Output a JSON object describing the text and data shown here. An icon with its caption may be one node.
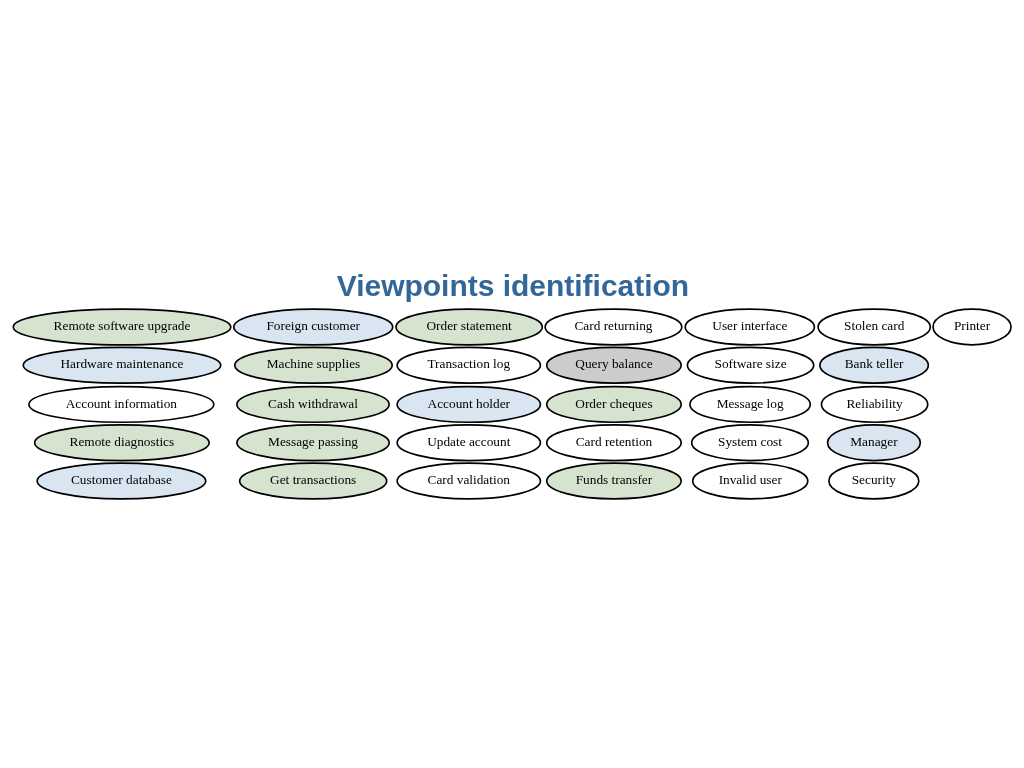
{
  "diagram": {
    "title": "Viewpoints identification",
    "nodes": [
      {
        "text": [
          "Query balance"
        ]
      },
      {
        "text": [
          "Get transactions"
        ]
      },
      {
        "text": [
          "Customer database"
        ]
      },
      {
        "text": [
          "Cash withdrawal"
        ]
      },
      {
        "text": [
          "Transaction log"
        ]
      },
      {
        "text": [
          "Machine supplies"
        ]
      },
      {
        "text": [
          "Manager"
        ]
      },
      {
        "text": [
          "Card returning"
        ]
      },
      {
        "text": [
          "Remote software upgrade"
        ]
      },
      {
        "text": [
          "Order cheques"
        ]
      },
      {
        "text": [
          "Account information"
        ]
      },
      {
        "text": [
          "Message log"
        ]
      },
      {
        "text": [
          "Software size"
        ]
      },
      {
        "text": [
          "Bank teller"
        ]
      },
      {
        "text": [
          "Invalid user"
        ]
      },
      {
        "text": [
          "User interface"
        ]
      },
      {
        "text": [
          "System cost"
        ]
      },
      {
        "text": [
          "Foreign customer"
        ]
      },
      {
        "text": [
          "Printer"
        ]
      },
      {
        "text": [
          "Security"
        ]
      },
      {
        "text": [
          "Account holder"
        ]
      },
      {
        "text": [
          "Stolen card"
        ]
      },
      {
        "text": [
          "Order statement"
        ]
      },
      {
        "text": [
          "Hardware maintenance"
        ]
      },
      {
        "text": [
          "Card retention"
        ]
      },
      {
        "text": [
          "Message passing"
        ]
      },
      {
        "text": [
          "Remote diagnostics"
        ]
      },
      {
        "text": [
          "Reliability"
        ]
      },
      {
        "text": [
          "Update account"
        ]
      },
      {
        "text": [
          "Funds transfer"
        ]
      },
      {
        "text": [
          "Card validation"
        ]
      }
    ],
    "edges": []
  }
}
